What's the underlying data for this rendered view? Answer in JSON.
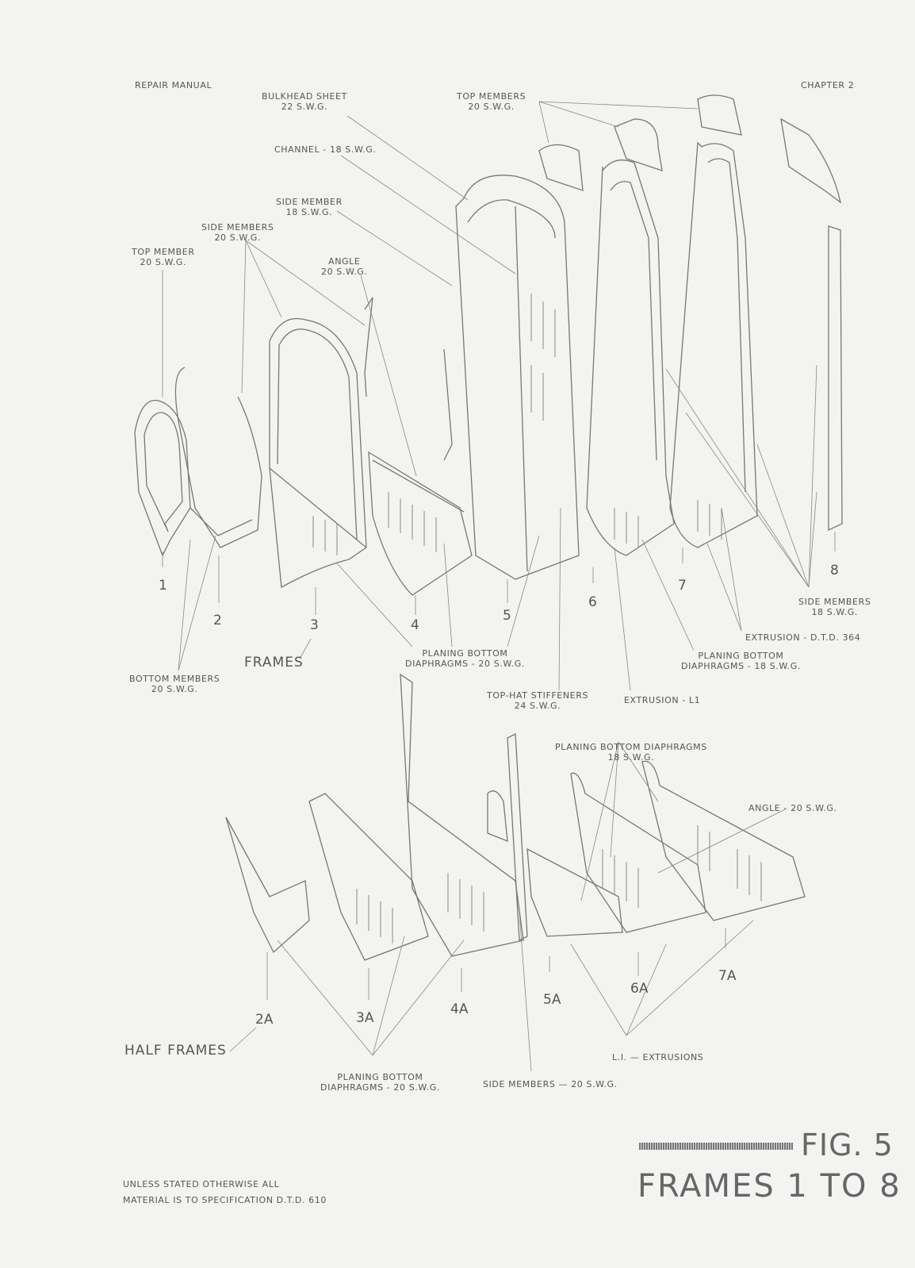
{
  "header": {
    "left": "REPAIR MANUAL",
    "right": "CHAPTER 2"
  },
  "labels": {
    "bulkhead_sheet": [
      "BULKHEAD SHEET",
      "22 S.W.G."
    ],
    "top_members_top": [
      "TOP MEMBERS",
      "20 S.W.G."
    ],
    "channel": [
      "CHANNEL - 18 S.W.G."
    ],
    "side_member_18": [
      "SIDE MEMBER",
      "18 S.W.G."
    ],
    "side_members_20": [
      "SIDE MEMBERS",
      "20 S.W.G."
    ],
    "top_member_20": [
      "TOP MEMBER",
      "20 S.W.G."
    ],
    "angle_20": [
      "ANGLE",
      "20 S.W.G."
    ],
    "bottom_members": [
      "BOTTOM MEMBERS",
      "20 S.W.G."
    ],
    "planing_bottom_20": [
      "PLANING BOTTOM",
      "DIAPHRAGMS - 20 S.W.G."
    ],
    "top_hat": [
      "TOP-HAT STIFFENERS",
      "24 S.W.G."
    ],
    "extrusion_l1": [
      "EXTRUSION - L1"
    ],
    "planing_bottom_18": [
      "PLANING BOTTOM",
      "DIAPHRAGMS - 18 S.W.G."
    ],
    "extrusion_dtd": [
      "EXTRUSION - D.T.D. 364"
    ],
    "side_members_18": [
      "SIDE MEMBERS",
      "18 S.W.G."
    ],
    "planing_bottom_diaphragms_18": [
      "PLANING BOTTOM DIAPHRAGMS",
      "18 S.W.G."
    ],
    "angle_20_half": [
      "ANGLE - 20 S.W.G."
    ],
    "l1_extrusions": [
      "L.I. — EXTRUSIONS"
    ],
    "side_members_20_half": [
      "SIDE MEMBERS — 20 S.W.G."
    ],
    "planing_bottom_20_half": [
      "PLANING BOTTOM",
      "DIAPHRAGMS - 20 S.W.G."
    ]
  },
  "frames_title": "FRAMES",
  "half_frames_title": "HALF FRAMES",
  "frame_numbers": [
    "1",
    "2",
    "3",
    "4",
    "5",
    "6",
    "7",
    "8"
  ],
  "half_frame_numbers": [
    "2A",
    "3A",
    "4A",
    "5A",
    "6A",
    "7A"
  ],
  "footer_note": [
    "UNLESS STATED OTHERWISE ALL",
    "MATERIAL IS TO SPECIFICATION  D.T.D. 610"
  ],
  "figure": {
    "number": "FIG. 5",
    "title": "FRAMES 1 TO 8"
  }
}
